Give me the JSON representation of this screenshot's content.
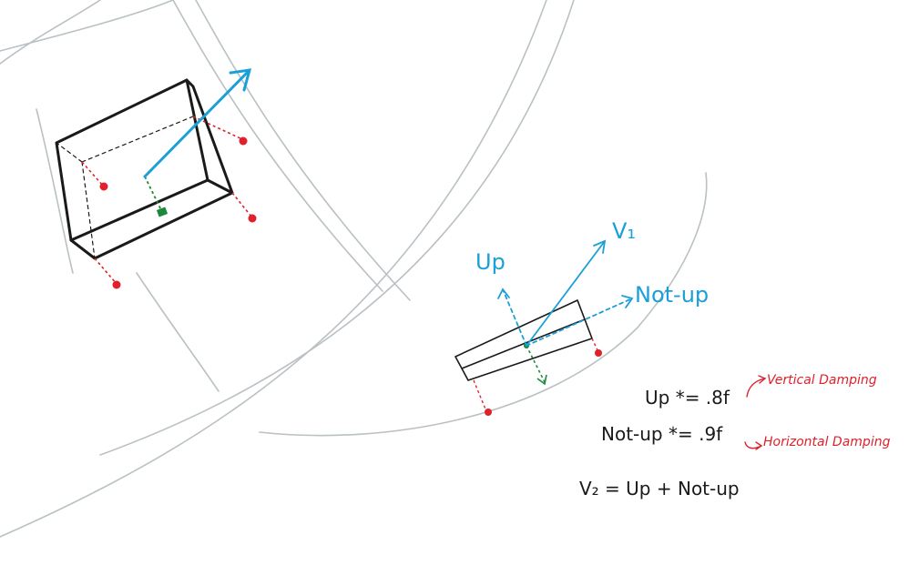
{
  "labels": {
    "v1": "V₁",
    "up": "Up",
    "not_up": "Not-up"
  },
  "equations": {
    "up_line": "Up *=  .8f",
    "not_up_line": "Not-up *=  .9f",
    "v2_line": "V₂ = Up + Not-up"
  },
  "annotations": {
    "vertical_damping": "Vertical Damping",
    "horizontal_damping": "Horizontal Damping"
  },
  "colors": {
    "ink": "#1a1a1a",
    "blue": "#1aa0d8",
    "red": "#e0202a",
    "green": "#1a8a3a",
    "grey": "#b9c1c4"
  }
}
